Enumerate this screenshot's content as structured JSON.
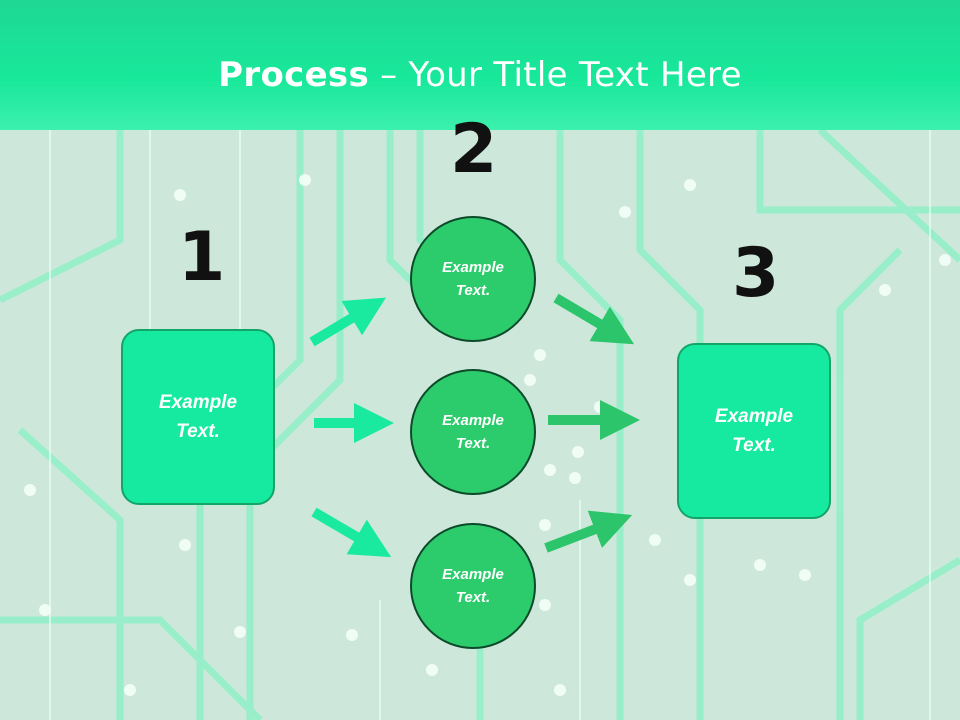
{
  "title": {
    "bold": "Process",
    "rest": " – Your Title Text Here"
  },
  "steps": [
    {
      "number": "1",
      "text": "Example Text."
    },
    {
      "number": "2"
    },
    {
      "number": "3",
      "text": "Example Text."
    }
  ],
  "circles": [
    {
      "text": "Example Text."
    },
    {
      "text": "Example Text."
    },
    {
      "text": "Example Text."
    }
  ],
  "colors": {
    "title_bar": "#18e89a",
    "box_fill": "#15eaa0",
    "circle_fill": "#2ccc6c",
    "arrow_cyan": "#19eaa0",
    "arrow_green": "#2cc56c"
  }
}
